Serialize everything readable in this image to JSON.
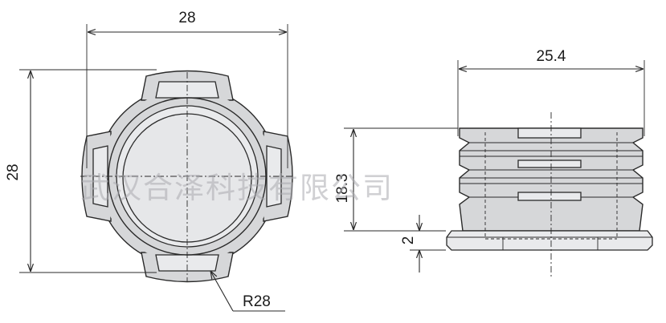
{
  "dimensions": {
    "front_width": "28",
    "front_height": "28",
    "radius": "R28",
    "side_width": "25.4",
    "side_height": "18.3",
    "flange_thickness": "2"
  },
  "watermark": "武汉合泽科技有限公司"
}
